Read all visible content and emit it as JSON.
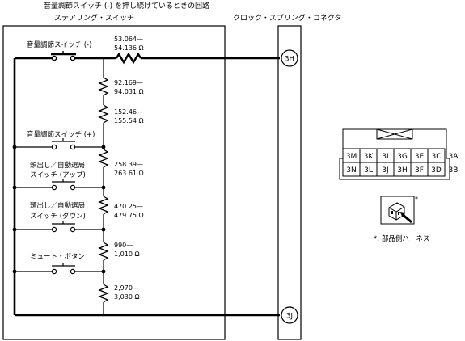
{
  "title": "音量調節スイッチ (-) を押し続けているときの回路",
  "steering_switch_label": "ステアリング・スイッチ",
  "clock_spring_label": "クロック・スプリング・コネクタ",
  "volume_down_label": "音量調節スイッチ (-)",
  "volume_up_label": "音量調節スイッチ (+)",
  "seek_up_label": [
    "頭出し／自動選局",
    "スイッチ (アップ)"
  ],
  "seek_down_label": [
    "頭出し／自動選局",
    "スイッチ (ダウン)"
  ],
  "mute_label": "ミュート・ボタン",
  "resistors": [
    {
      "line1": "53.064—",
      "line2": "54.136 Ω"
    },
    {
      "line1": "92.169—",
      "line2": "94.031 Ω"
    },
    {
      "line1": "152.46—",
      "line2": "155.54 Ω"
    },
    {
      "line1": "258.39—",
      "line2": "263.61 Ω"
    },
    {
      "line1": "470.25—",
      "line2": "479.75 Ω"
    },
    {
      "line1": "990—",
      "line2": "1,010 Ω"
    },
    {
      "line1": "2,970—",
      "line2": "3,030 Ω"
    }
  ],
  "terminals": {
    "top": "3H",
    "bottom": "3J"
  },
  "connector": {
    "row1": [
      "3M",
      "3K",
      "3I",
      "3G",
      "3E",
      "3C",
      "3A"
    ],
    "row2": [
      "3N",
      "3L",
      "3J",
      "3H",
      "3F",
      "3D",
      "3B"
    ]
  },
  "harness_mark": "*",
  "harness_note": "*: 部品側ハーネス"
}
